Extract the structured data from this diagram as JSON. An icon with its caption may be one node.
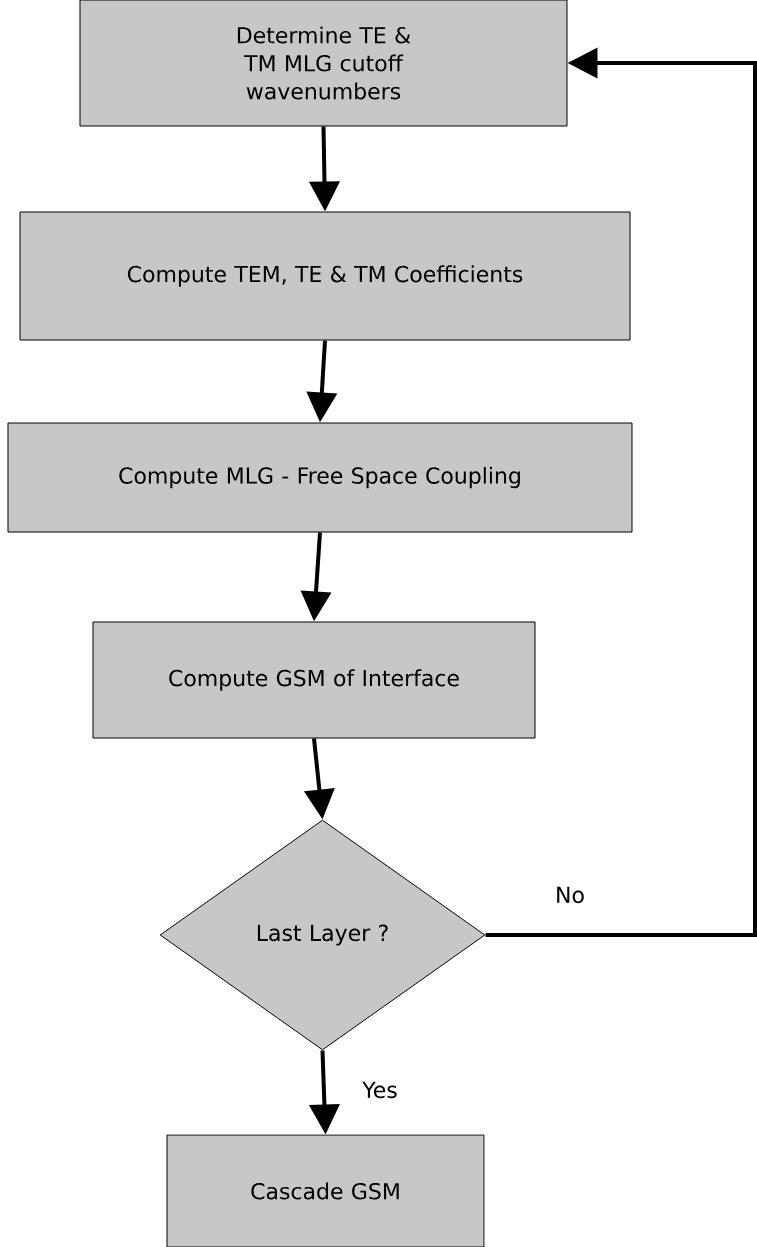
{
  "diagram": {
    "nodes": [
      {
        "text": [
          "Determine TE & TM MLG cutoff wavenumbers"
        ]
      },
      {
        "text": [
          "Compute TEM, TE & TM Coefficients"
        ]
      },
      {
        "text": [
          "Compute MLG - Free Space Coupling"
        ]
      },
      {
        "text": [
          "Compute GSM of Interface"
        ]
      },
      {
        "text": [
          "Last Layer ?"
        ]
      },
      {
        "text": [
          "Cascade GSM"
        ]
      }
    ],
    "edges": [
      {
        "from": 0,
        "to": 1,
        "arrow": "to"
      },
      {
        "from": 1,
        "to": 2,
        "arrow": "to"
      },
      {
        "from": 2,
        "to": 3,
        "arrow": "to"
      },
      {
        "from": 3,
        "to": 4,
        "arrow": "to"
      },
      {
        "from": 4,
        "to": 5,
        "arrow": "to",
        "label": "Yes"
      },
      {
        "from": 4,
        "to": 0,
        "arrow": "to",
        "label": "No"
      }
    ]
  }
}
